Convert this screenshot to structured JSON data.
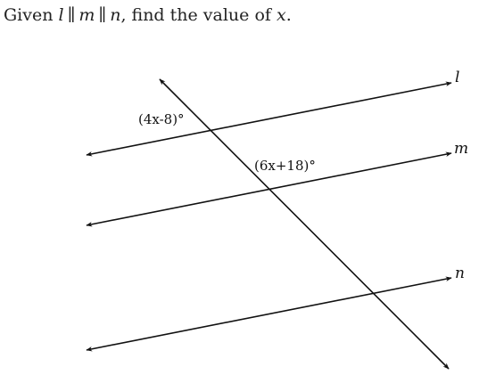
{
  "question": {
    "prefix": "Given ",
    "var_l": "l",
    "parallel_1": "∥",
    "var_m": "m",
    "parallel_2": "∥",
    "var_n": "n",
    "middle": ", find the value of ",
    "var_x": "x",
    "suffix": "."
  },
  "figure": {
    "lines": [
      {
        "id": "l",
        "label": "l"
      },
      {
        "id": "m",
        "label": "m"
      },
      {
        "id": "n",
        "label": "n"
      }
    ],
    "angles": [
      {
        "id": "angle-top",
        "label": "(4x-8)°"
      },
      {
        "id": "angle-middle",
        "label": "(6x+18)°"
      }
    ],
    "colors": {
      "line": "#111111",
      "text": "#222222"
    }
  }
}
